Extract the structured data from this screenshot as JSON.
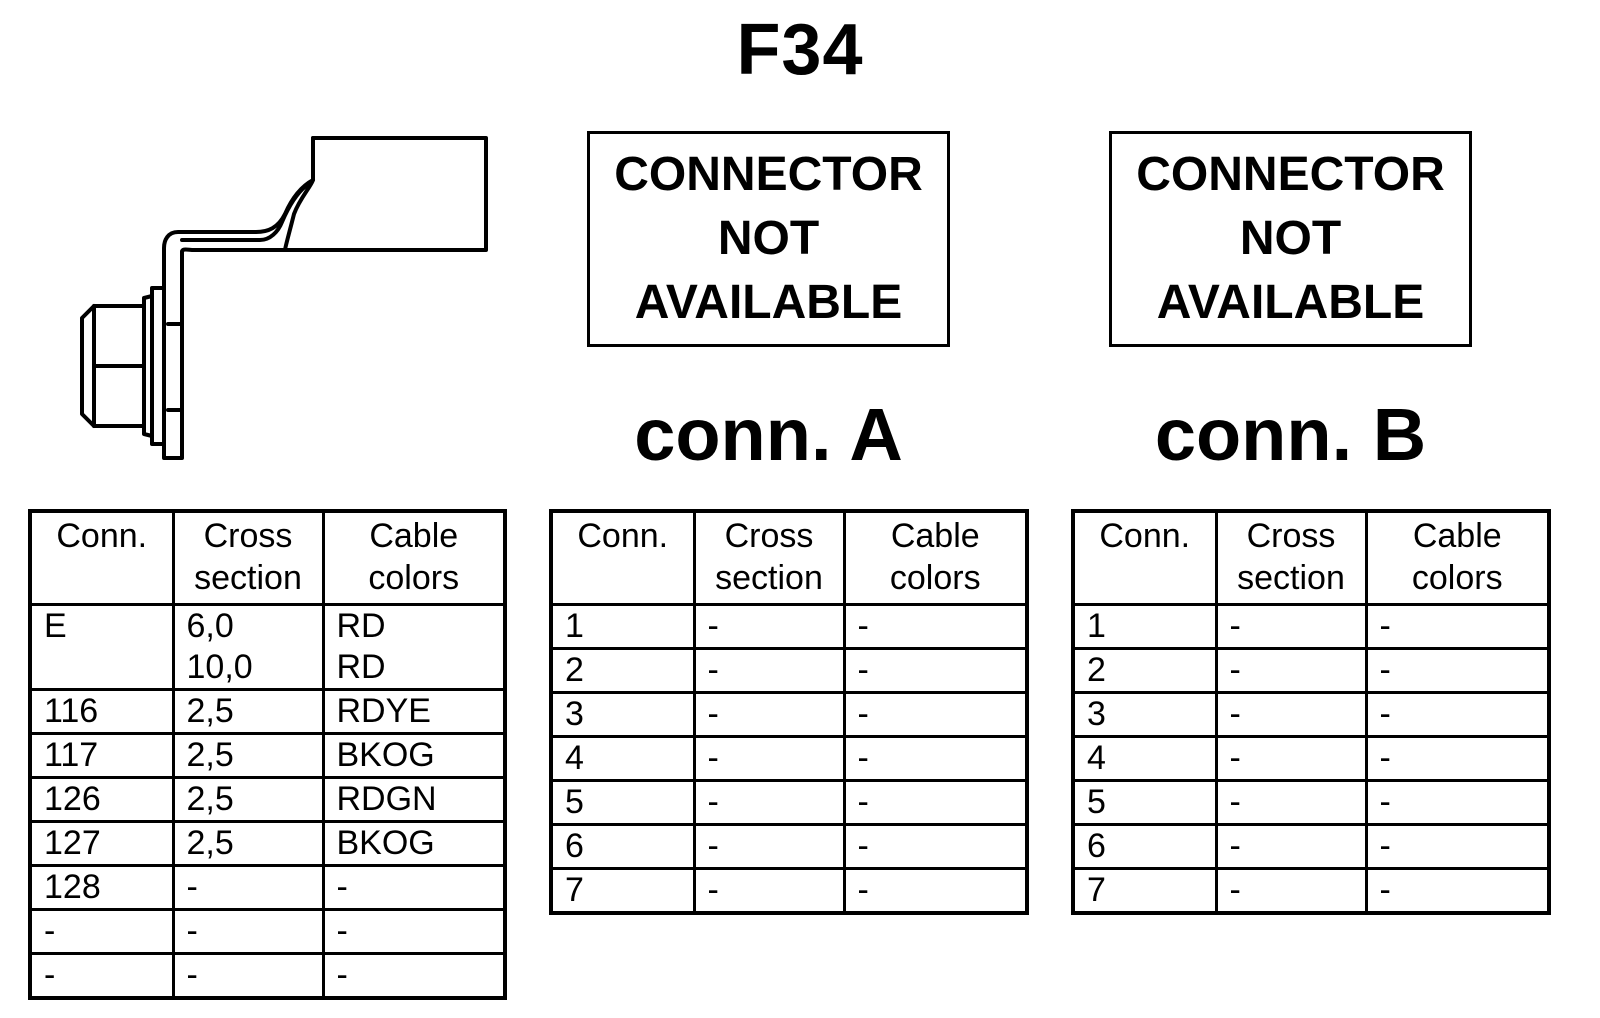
{
  "title": "F34",
  "connector_not_available": {
    "line1": "CONNECTOR",
    "line2": "NOT",
    "line3": "AVAILABLE"
  },
  "connector_labels": {
    "a": "conn. A",
    "b": "conn. B"
  },
  "table_headers": {
    "conn": "Conn.",
    "cross_line1": "Cross",
    "cross_line2": "section",
    "cable_line1": "Cable",
    "cable_line2": "colors"
  },
  "main_table": {
    "rows": [
      {
        "conn": "E",
        "cross": [
          "6,0",
          "10,0"
        ],
        "colors": [
          "RD",
          "RD"
        ]
      },
      {
        "conn": "116",
        "cross": [
          "2,5"
        ],
        "colors": [
          "RDYE"
        ]
      },
      {
        "conn": "117",
        "cross": [
          "2,5"
        ],
        "colors": [
          "BKOG"
        ]
      },
      {
        "conn": "126",
        "cross": [
          "2,5"
        ],
        "colors": [
          "RDGN"
        ]
      },
      {
        "conn": "127",
        "cross": [
          "2,5"
        ],
        "colors": [
          "BKOG"
        ]
      },
      {
        "conn": "128",
        "cross": [
          "-"
        ],
        "colors": [
          "-"
        ]
      },
      {
        "conn": "-",
        "cross": [
          "-"
        ],
        "colors": [
          "-"
        ]
      },
      {
        "conn": "-",
        "cross": [
          "-"
        ],
        "colors": [
          "-"
        ]
      }
    ]
  },
  "conn_a_table": {
    "rows": [
      {
        "conn": "1",
        "cross": "-",
        "colors": "-"
      },
      {
        "conn": "2",
        "cross": "-",
        "colors": "-"
      },
      {
        "conn": "3",
        "cross": "-",
        "colors": "-"
      },
      {
        "conn": "4",
        "cross": "-",
        "colors": "-"
      },
      {
        "conn": "5",
        "cross": "-",
        "colors": "-"
      },
      {
        "conn": "6",
        "cross": "-",
        "colors": "-"
      },
      {
        "conn": "7",
        "cross": "-",
        "colors": "-"
      }
    ]
  },
  "conn_b_table": {
    "rows": [
      {
        "conn": "1",
        "cross": "-",
        "colors": "-"
      },
      {
        "conn": "2",
        "cross": "-",
        "colors": "-"
      },
      {
        "conn": "3",
        "cross": "-",
        "colors": "-"
      },
      {
        "conn": "4",
        "cross": "-",
        "colors": "-"
      },
      {
        "conn": "5",
        "cross": "-",
        "colors": "-"
      },
      {
        "conn": "6",
        "cross": "-",
        "colors": "-"
      },
      {
        "conn": "7",
        "cross": "-",
        "colors": "-"
      }
    ]
  }
}
